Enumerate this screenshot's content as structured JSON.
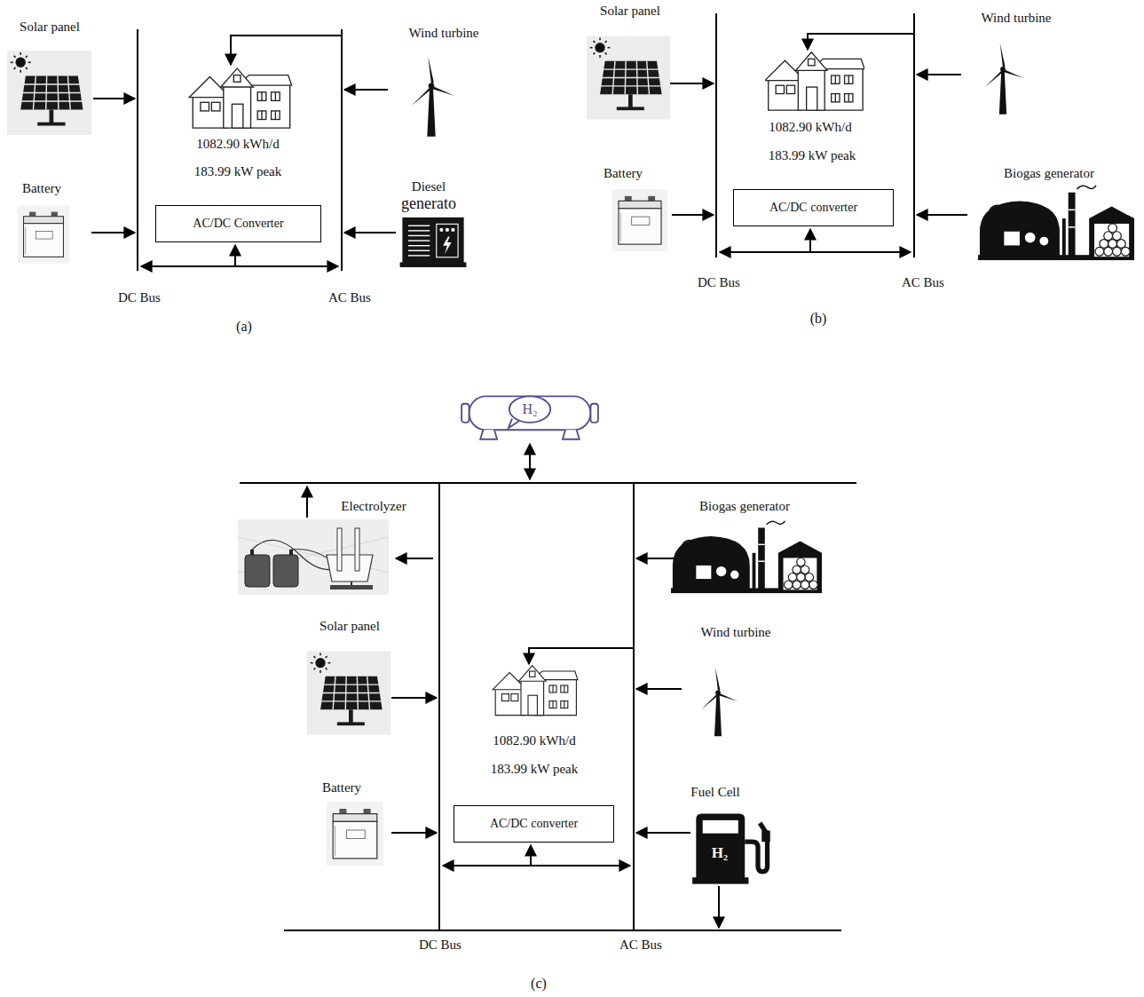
{
  "diagram": {
    "nodes": [
      {
        "text": [
          "AC/DC Converter"
        ]
      },
      {
        "text": [
          "AC/DC converter"
        ]
      },
      {
        "text": [
          "AC/DC converter"
        ]
      }
    ],
    "labels": [
      "Solar panel",
      "Wind turbine",
      "1082.90 kWh/d",
      "183.99 kW peak",
      "Battery",
      "Diesel",
      "generato",
      "DC Bus",
      "AC Bus",
      "(a)",
      "Solar panel",
      "Wind turbine",
      "1082.90 kWh/d",
      "183.99 kW peak",
      "Battery",
      "Biogas generator",
      "DC Bus",
      "AC Bus",
      "(b)",
      "H₂",
      "Electrolyzer",
      "Biogas generator",
      "Solar panel",
      "Wind turbine",
      "1082.90 kWh/d",
      "183.99 kW peak",
      "Battery",
      "Fuel Cell",
      "H₂",
      "DC Bus",
      "AC Bus",
      "(c)"
    ]
  }
}
